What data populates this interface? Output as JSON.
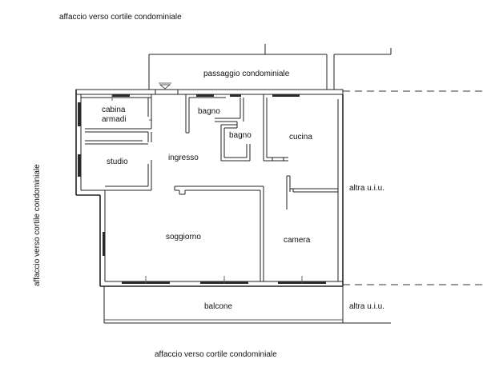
{
  "labels": {
    "top_facing": "affaccio verso cortile condominiale",
    "bottom_facing": "affaccio verso cortile condominiale",
    "left_facing": "affaccio verso cortile condominiale",
    "corridor": "passaggio condominiale",
    "walk_in_closet_line1": "cabina",
    "walk_in_closet_line2": "armadi",
    "bathroom_1": "bagno",
    "bathroom_2": "bagno",
    "kitchen": "cucina",
    "study": "studio",
    "entrance": "ingresso",
    "living_room": "soggiorno",
    "bedroom": "camera",
    "balcony": "balcone",
    "other_unit_1": "altra u.i.u.",
    "other_unit_2": "altra u.i.u."
  },
  "colors": {
    "wall": "#222222",
    "text": "#111111",
    "background": "#ffffff"
  }
}
